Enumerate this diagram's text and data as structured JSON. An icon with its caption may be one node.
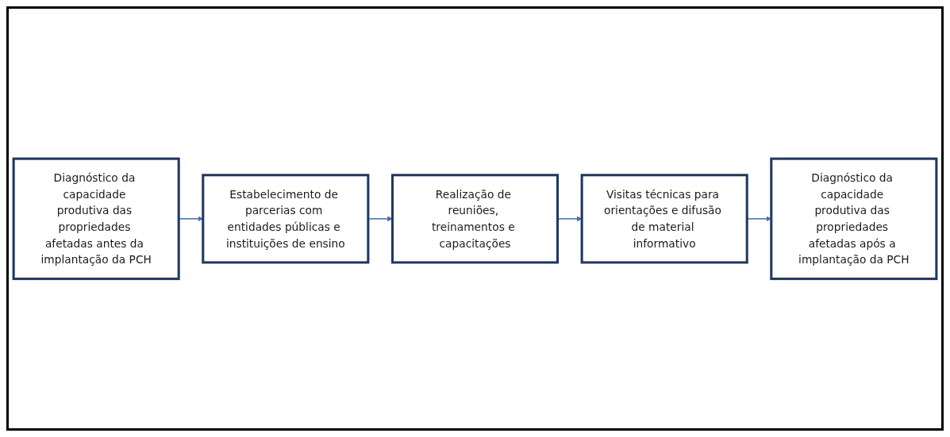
{
  "diagram": {
    "nodes": [
      {
        "text": [
          "Diagnóstico da capacidade produtiva das propriedades afetadas antes da implantação da PCH"
        ]
      },
      {
        "text": [
          "Estabelecimento de parcerias com entidades públicas e instituições de ensino"
        ]
      },
      {
        "text": [
          "Realização de reuniões, treinamentos e capacitações"
        ]
      },
      {
        "text": [
          "Visitas técnicas para orientações e difusão de material informativo"
        ]
      },
      {
        "text": [
          "Diagnóstico da capacidade produtiva das propriedades afetadas após a implantação da PCH"
        ]
      }
    ],
    "edges": [
      {
        "from": 0,
        "to": 1,
        "arrow": "to"
      },
      {
        "from": 1,
        "to": 2,
        "arrow": "to"
      },
      {
        "from": 2,
        "to": 3,
        "arrow": "to"
      },
      {
        "from": 3,
        "to": 4,
        "arrow": "to"
      }
    ]
  }
}
